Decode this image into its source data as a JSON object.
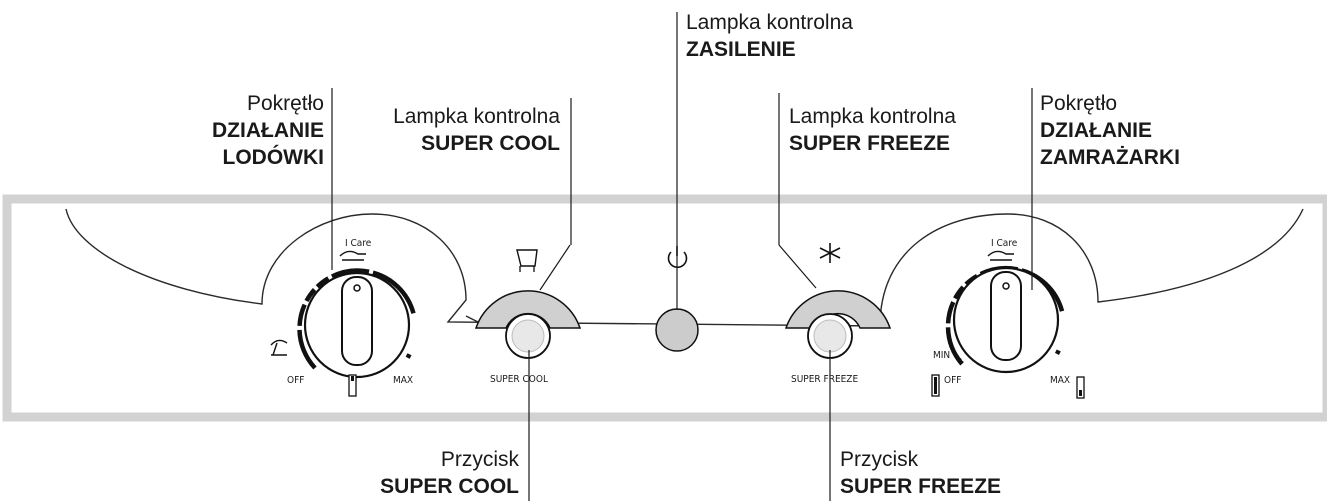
{
  "callouts": {
    "fridge_knob": {
      "line1": "Pokrętło",
      "line2": "DZIAŁANIE",
      "line3": "LODÓWKI"
    },
    "super_cool_lamp": {
      "line1": "Lampka kontrolna",
      "line2": "SUPER COOL"
    },
    "power_lamp": {
      "line1": "Lampka kontrolna",
      "line2": "ZASILENIE"
    },
    "super_freeze_lamp": {
      "line1": "Lampka kontrolna",
      "line2": "SUPER FREEZE"
    },
    "freezer_knob": {
      "line1": "Pokrętło",
      "line2": "DZIAŁANIE",
      "line3": "ZAMRAŻARKI"
    },
    "super_cool_button": {
      "line1": "Przycisk",
      "line2": "SUPER COOL"
    },
    "super_freeze_button": {
      "line1": "Przycisk",
      "line2": "SUPER FREEZE"
    }
  },
  "panel": {
    "fridge_knob": {
      "top_label": "I Care",
      "min_label": "OFF",
      "max_label": "MAX"
    },
    "super_cool_button_label": "SUPER COOL",
    "super_freeze_button_label": "SUPER FREEZE",
    "freezer_knob": {
      "top_label": "I Care",
      "min_label": "MIN",
      "off_label": "OFF",
      "max_label": "MAX"
    }
  },
  "icons": [
    "hand-icon",
    "parasol-icon",
    "thermometer-icon",
    "cool-glass-icon",
    "power-icon",
    "snowflake-icon"
  ]
}
